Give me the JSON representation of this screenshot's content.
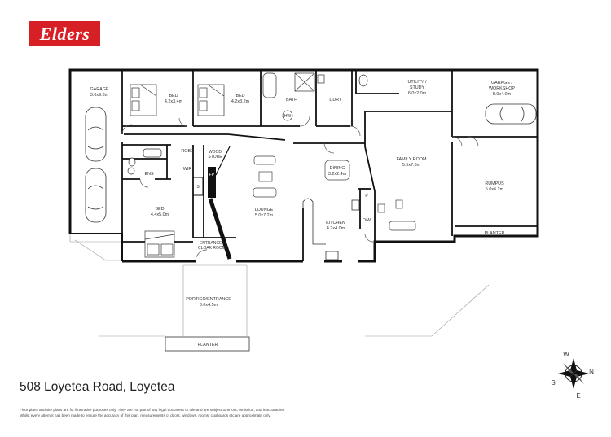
{
  "brand": {
    "logo_text": "Elders",
    "color": "#d71f26"
  },
  "address": "508 Loyetea Road, Loyetea",
  "disclaimer": {
    "line1": "Floor plans and site plans are for illustrative purposes only. They are not part of any legal document or title and are subject to errors, omission, and inaccuracies.",
    "line2": "Whilst every attempt has been made to ensure the accuracy of this plan, measurements of doors, windows, rooms, cupboards etc are approximate only."
  },
  "rooms": {
    "garage": {
      "name": "GARAGE",
      "size": "3.0x9.8m"
    },
    "bed1": {
      "name": "BED",
      "size": "4.2x3.4m"
    },
    "bed2": {
      "name": "BED",
      "size": "4.2x3.2m"
    },
    "bath": {
      "name": "BATH"
    },
    "laundry": {
      "name": "L'DRY"
    },
    "utility": {
      "name1": "UTILITY /",
      "name2": "STUDY",
      "size": "6.0x2.0m"
    },
    "workshop": {
      "name1": "GARAGE /",
      "name2": "WORKSHOP",
      "size": "5.0x4.0m"
    },
    "robe": {
      "name": "ROBE"
    },
    "wood_store": {
      "name1": "WOOD",
      "name2": "STORE"
    },
    "wir": {
      "name": "WIR"
    },
    "ens": {
      "name": "ENS"
    },
    "dining": {
      "name": "DINING",
      "size": "3.2x2.4m"
    },
    "family": {
      "name": "FAMILY ROOM",
      "size": "5.5x7.8m"
    },
    "rumpus": {
      "name": "RUMPUS",
      "size": "5.0x6.2m"
    },
    "lounge": {
      "name": "LOUNGE",
      "size": "5.0x7.2m"
    },
    "kitchen": {
      "name": "KITCHEN",
      "size": "4.2x4.0m"
    },
    "bed3": {
      "name": "BED",
      "size": "4.4x5.0m"
    },
    "entrance": {
      "name1": "ENTRANCE /",
      "name2": "CLOAK ROOM"
    },
    "portico": {
      "name": "PORTICO/ENTRANCE",
      "size": "3.0x4.5m"
    },
    "planter_right": {
      "name": "PLANTER"
    },
    "planter_bottom": {
      "name": "PLANTER"
    }
  },
  "fixtures": {
    "hw": "HW",
    "fp": "FP",
    "s": "S",
    "p": "P",
    "o_w": "O/W"
  },
  "compass": {
    "n": "N",
    "s": "S",
    "e": "E",
    "w": "W"
  }
}
